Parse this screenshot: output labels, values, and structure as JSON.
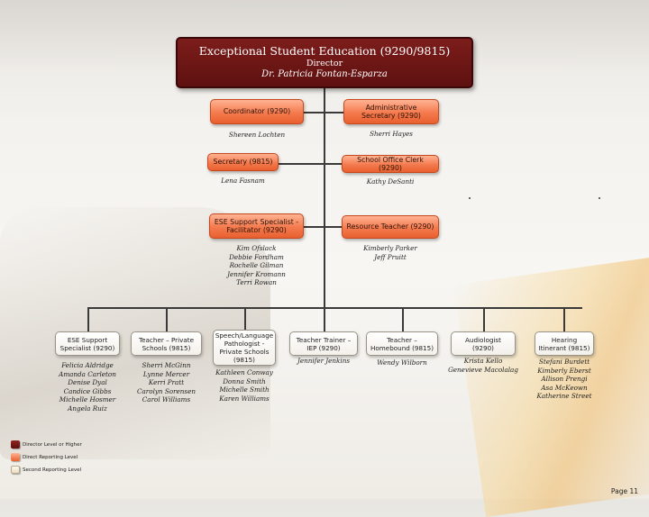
{
  "header": {
    "title": "Exceptional Student Education (9290/9815)",
    "role": "Director",
    "name": "Dr. Patricia Fontan-Esparza"
  },
  "level2": [
    {
      "title": "Coordinator (9290)",
      "names": [
        "Shereen Lochten"
      ]
    },
    {
      "title": "Administrative Secretary (9290)",
      "names": [
        "Sherri Hayes"
      ]
    },
    {
      "title": "Secretary (9815)",
      "names": [
        "Lena Fasnam"
      ]
    },
    {
      "title": "School Office Clerk (9290)",
      "names": [
        "Kathy DeSanti"
      ]
    },
    {
      "title": "ESE Support Specialist - Facilitator (9290)",
      "names": [
        "Kim Ofslack",
        "Debbie Fordham",
        "Rochelle Gilman",
        "Jennifer Kromann",
        "Terri Rowan"
      ]
    },
    {
      "title": "Resource Teacher (9290)",
      "names": [
        "Kimberly Parker",
        "Jeff Pruitt"
      ]
    }
  ],
  "level3": [
    {
      "title": "ESE Support Specialist (9290)",
      "names": [
        "Felicia Aldridge",
        "Amanda Carleton",
        "Denise Dyal",
        "Candice Gibbs",
        "Michelle Hosmer",
        "Angela Ruiz"
      ]
    },
    {
      "title": "Teacher – Private Schools (9815)",
      "names": [
        "Sherri McGinn",
        "Lynne Mercer",
        "Kerri Pratt",
        "Carolyn Sorensen",
        "Carol Williams"
      ]
    },
    {
      "title": "Speech/Language Pathologist - Private Schools (9815)",
      "names": [
        "Kathleen Conway",
        "Donna Smith",
        "Michelle Smith",
        "Karen Williams"
      ]
    },
    {
      "title": "Teacher Trainer – IEP (9290)",
      "names": [
        "Jennifer Jenkins"
      ]
    },
    {
      "title": "Teacher – Homebound (9815)",
      "names": [
        "Wendy Wilborn"
      ]
    },
    {
      "title": "Audiologist (9290)",
      "names": [
        "Krista Kello",
        "Genevieve Macolalag"
      ]
    },
    {
      "title": "Hearing Itinerant (9815)",
      "names": [
        "Stefani Burdett",
        "Kimberly Eberst",
        "Allison Prengi",
        "Asa McKeown",
        "Katherine Street"
      ]
    }
  ],
  "legend": {
    "items": [
      "Director Level or Higher",
      "Direct Reporting Level",
      "Second Reporting Level"
    ]
  },
  "footer": {
    "page": "Page 11"
  },
  "colors": {
    "director": "#6e1715",
    "direct": "#f47a4e",
    "second": "#ffffff"
  }
}
